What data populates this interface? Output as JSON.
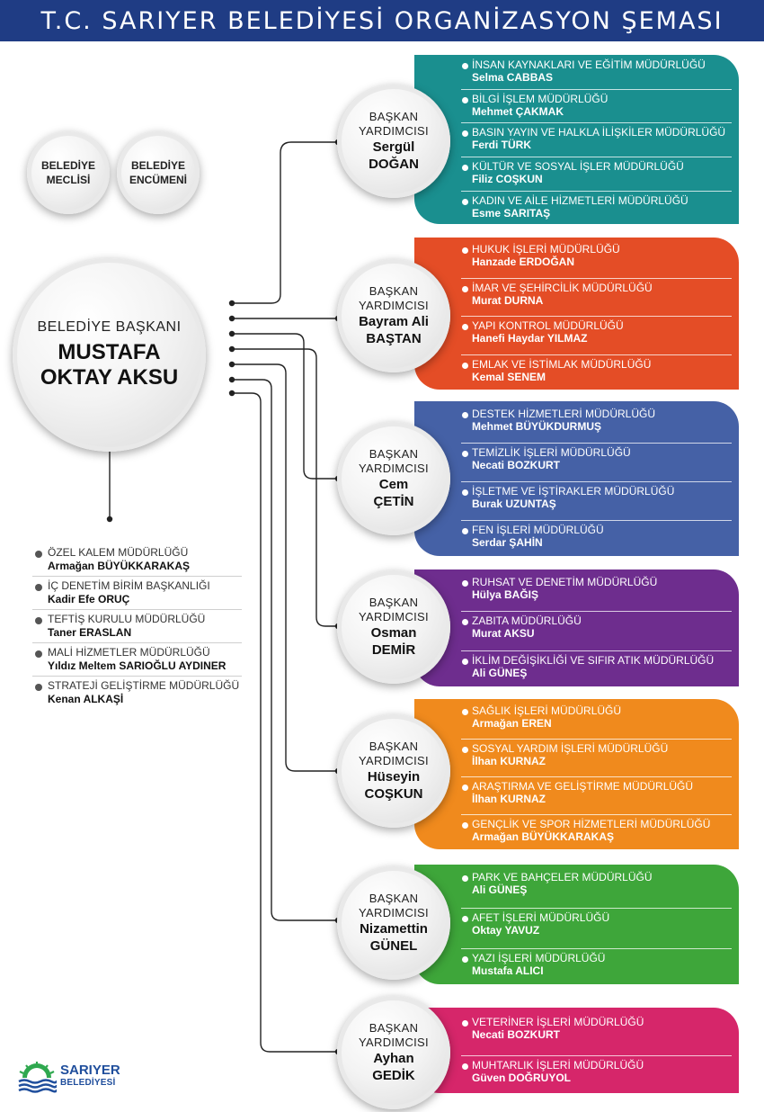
{
  "title": "T.C. SARIYER BELEDİYESİ ORGANİZASYON ŞEMASI",
  "council": [
    "BELEDİYE",
    "MECLİSİ"
  ],
  "committee": [
    "BELEDİYE",
    "ENCÜMENİ"
  ],
  "mayor": {
    "title": "BELEDİYE BAŞKANI",
    "name1": "MUSTAFA",
    "name2": "OKTAY AKSU"
  },
  "deputy_title": [
    "BAŞKAN",
    "YARDIMCISI"
  ],
  "colors": {
    "header": "#1f3c84",
    "teal": "#1a8f8f",
    "red": "#e44d26",
    "blue": "#4561a6",
    "purple": "#6e2d8e",
    "orange": "#f08a1d",
    "green": "#3ea63a",
    "pink": "#d6266a",
    "logo_blue": "#1f4e9c"
  },
  "deputies": [
    {
      "name1": "Sergül",
      "name2": "DOĞAN",
      "color": "#1a8f8f",
      "units": [
        {
          "unit": "İNSAN KAYNAKLARI VE EĞİTİM MÜDÜRLÜĞÜ",
          "person": "Selma CABBAS"
        },
        {
          "unit": "BİLGİ İŞLEM MÜDÜRLÜĞÜ",
          "person": "Mehmet ÇAKMAK"
        },
        {
          "unit": "BASIN YAYIN VE HALKLA İLİŞKİLER MÜDÜRLÜĞÜ",
          "person": "Ferdi TÜRK"
        },
        {
          "unit": "KÜLTÜR VE SOSYAL İŞLER MÜDÜRLÜĞÜ",
          "person": "Filiz COŞKUN"
        },
        {
          "unit": "KADIN VE AİLE HİZMETLERİ MÜDÜRLÜĞÜ",
          "person": "Esme SARITAŞ"
        }
      ]
    },
    {
      "name1": "Bayram Ali",
      "name2": "BAŞTAN",
      "color": "#e44d26",
      "units": [
        {
          "unit": "HUKUK İŞLERİ MÜDÜRLÜĞÜ",
          "person": "Hanzade ERDOĞAN"
        },
        {
          "unit": "İMAR VE ŞEHİRCİLİK MÜDÜRLÜĞÜ",
          "person": "Murat DURNA"
        },
        {
          "unit": "YAPI KONTROL MÜDÜRLÜĞÜ",
          "person": "Hanefi Haydar YILMAZ"
        },
        {
          "unit": "EMLAK VE İSTİMLAK MÜDÜRLÜĞÜ",
          "person": "Kemal SENEM"
        }
      ]
    },
    {
      "name1": "Cem",
      "name2": "ÇETİN",
      "color": "#4561a6",
      "units": [
        {
          "unit": "DESTEK HİZMETLERİ MÜDÜRLÜĞÜ",
          "person": "Mehmet BÜYÜKDURMUŞ"
        },
        {
          "unit": "TEMİZLİK İŞLERİ MÜDÜRLÜĞÜ",
          "person": "Necati BOZKURT"
        },
        {
          "unit": "İŞLETME VE İŞTİRAKLER MÜDÜRLÜĞÜ",
          "person": "Burak UZUNTAŞ"
        },
        {
          "unit": "FEN İŞLERİ MÜDÜRLÜĞÜ",
          "person": "Serdar ŞAHİN"
        }
      ]
    },
    {
      "name1": "Osman",
      "name2": "DEMİR",
      "color": "#6e2d8e",
      "units": [
        {
          "unit": "RUHSAT VE DENETİM MÜDÜRLÜĞÜ",
          "person": "Hülya BAĞIŞ"
        },
        {
          "unit": "ZABITA MÜDÜRLÜĞÜ",
          "person": "Murat AKSU"
        },
        {
          "unit": "İKLİM DEĞİŞİKLİĞİ VE SIFIR ATIK MÜDÜRLÜĞÜ",
          "person": "Ali GÜNEŞ"
        }
      ]
    },
    {
      "name1": "Hüseyin",
      "name2": "COŞKUN",
      "color": "#f08a1d",
      "units": [
        {
          "unit": "SAĞLIK İŞLERİ MÜDÜRLÜĞÜ",
          "person": "Armağan EREN"
        },
        {
          "unit": "SOSYAL YARDIM İŞLERİ MÜDÜRLÜĞÜ",
          "person": "İlhan KURNAZ"
        },
        {
          "unit": "ARAŞTIRMA VE GELİŞTİRME MÜDÜRLÜĞÜ",
          "person": "İlhan KURNAZ"
        },
        {
          "unit": "GENÇLİK VE SPOR HİZMETLERİ MÜDÜRLÜĞÜ",
          "person": "Armağan BÜYÜKKARAKAŞ"
        }
      ]
    },
    {
      "name1": "Nizamettin",
      "name2": "GÜNEL",
      "color": "#3ea63a",
      "units": [
        {
          "unit": "PARK VE BAHÇELER MÜDÜRLÜĞÜ",
          "person": "Ali GÜNEŞ"
        },
        {
          "unit": "AFET İŞLERİ MÜDÜRLÜĞÜ",
          "person": "Oktay YAVUZ"
        },
        {
          "unit": "YAZI İŞLERİ MÜDÜRLÜĞÜ",
          "person": "Mustafa ALICI"
        }
      ]
    },
    {
      "name1": "Ayhan",
      "name2": "GEDİK",
      "color": "#d6266a",
      "units": [
        {
          "unit": "VETERİNER İŞLERİ MÜDÜRLÜĞÜ",
          "person": "Necati BOZKURT"
        },
        {
          "unit": "MUHTARLIK İŞLERİ MÜDÜRLÜĞÜ",
          "person": "Güven DOĞRUYOL"
        }
      ]
    }
  ],
  "direct_units": [
    {
      "unit": "ÖZEL KALEM MÜDÜRLÜĞÜ",
      "person": "Armağan BÜYÜKKARAKAŞ"
    },
    {
      "unit": "İÇ DENETİM BİRİM BAŞKANLIĞI",
      "person": "Kadir Efe ORUÇ"
    },
    {
      "unit": "TEFTİŞ KURULU MÜDÜRLÜĞÜ",
      "person": "Taner ERASLAN"
    },
    {
      "unit": "MALİ HİZMETLER MÜDÜRLÜĞÜ",
      "person": "Yıldız Meltem SARIOĞLU AYDINER"
    },
    {
      "unit": "STRATEJİ GELİŞTİRME MÜDÜRLÜĞÜ",
      "person": "Kenan ALKAŞİ"
    }
  ],
  "logo": {
    "line1": "SARIYER",
    "line2": "BELEDİYESİ"
  }
}
